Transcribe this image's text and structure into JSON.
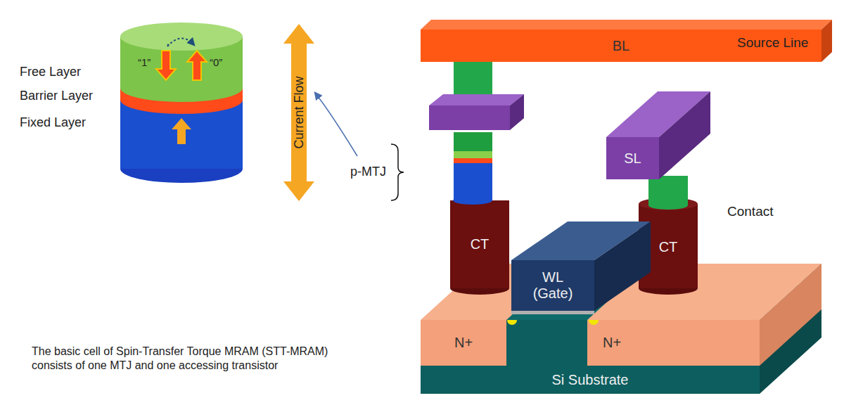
{
  "diagram": {
    "caption": "The basic cell of Spin-Transfer Torque MRAM (STT-MRAM) consists of one MTJ and one accessing transistor",
    "nodes": [
      {
        "text": [
          "BL"
        ]
      },
      {
        "text": [
          "SL"
        ]
      },
      {
        "text": [
          "CT"
        ]
      },
      {
        "text": [
          "CT"
        ]
      },
      {
        "text": [
          "WL (Gate)"
        ]
      },
      {
        "text": [
          "N+"
        ]
      },
      {
        "text": [
          "N+"
        ]
      },
      {
        "text": [
          "Si Substrate"
        ]
      }
    ],
    "labels": [
      "Free Layer",
      "Barrier Layer",
      "Fixed Layer",
      "“1”",
      "“0”",
      "Current Flow",
      "p-MTJ",
      "Source Line",
      "Contact"
    ]
  }
}
